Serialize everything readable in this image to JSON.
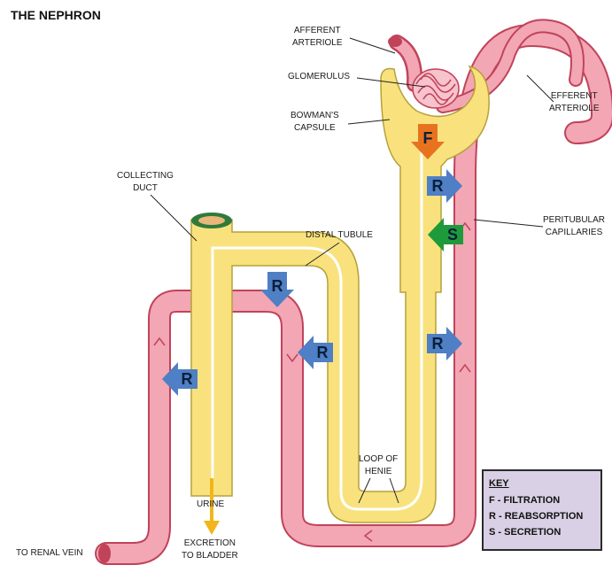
{
  "title": "THE NEPHRON",
  "labels": {
    "afferent": [
      "AFFERENT",
      "ARTERIOLE"
    ],
    "glomerulus": [
      "GLOMERULUS"
    ],
    "bowmans": [
      "BOWMAN'S",
      "CAPSULE"
    ],
    "efferent": [
      "EFFERENT",
      "ARTERIOLE"
    ],
    "collecting": [
      "COLLECTING",
      "DUCT"
    ],
    "distal": [
      "DISTAL TUBULE"
    ],
    "peritubular": [
      "PERITUBULAR",
      "CAPILLARIES"
    ],
    "loop": [
      "LOOP OF",
      "HENIE"
    ],
    "urine": [
      "URINE"
    ],
    "excretion": [
      "EXCRETION",
      "TO BLADDER"
    ],
    "renal_vein": [
      "TO RENAL VEIN"
    ]
  },
  "arrow_letters": {
    "filtration": "F",
    "reabsorption": "R",
    "secretion": "S"
  },
  "key": {
    "title": "KEY",
    "items": [
      "F - FILTRATION",
      "R - REABSORPTION",
      "S - SECRETION"
    ]
  },
  "colors": {
    "tubule": "#f9e27e",
    "tubule_edge": "#b5a13a",
    "capillary": "#f3a6b4",
    "capillary_edge": "#c0435a",
    "reabsorption_arrow": "#4f7fc4",
    "filtration_arrow": "#e8731e",
    "secretion_arrow": "#1e9a3a",
    "urine_arrow": "#f2b51b",
    "key_bg": "#d9d0e6"
  }
}
